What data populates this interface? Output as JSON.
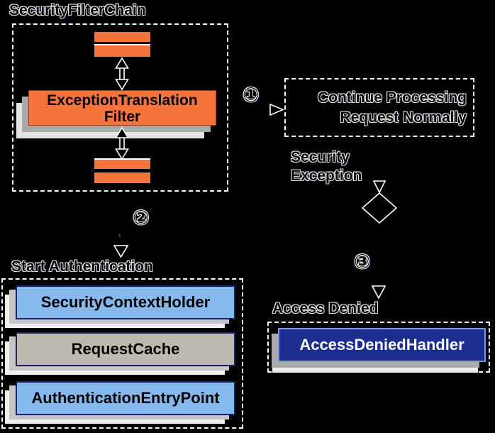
{
  "diagram": {
    "title": "SecurityFilterChain",
    "steps": {
      "one": "①",
      "two": "②",
      "three": "③"
    },
    "filter_chain": {
      "filter_line1": "ExceptionTranslation",
      "filter_line2": "Filter"
    },
    "continue_box": {
      "line1": "Continue Processing",
      "line2": "Request Normally"
    },
    "security_exception": {
      "line1": "Security",
      "line2": "Exception"
    },
    "start_authentication": {
      "label": "Start Authentication",
      "items": [
        "SecurityContextHolder",
        "RequestCache",
        "AuthenticationEntryPoint"
      ]
    },
    "access_denied": {
      "label": "Access Denied",
      "handler": "AccessDeniedHandler"
    },
    "colors": {
      "background": "#000000",
      "filter_orange": "#F4743C",
      "node_light_blue": "#85B8EC",
      "node_cache_gray": "#BDB9AE",
      "handler_navy": "#1B2E8F",
      "node_border_navy": "#17236B",
      "dashed_border_white": "#FFFFFF"
    }
  }
}
